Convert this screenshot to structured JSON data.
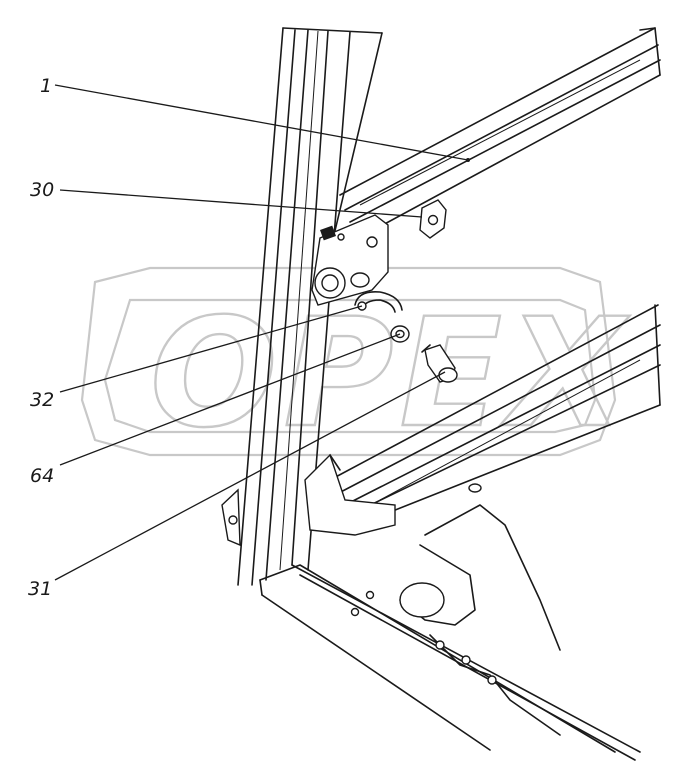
{
  "drawing": {
    "watermark_text": "OPEX",
    "callouts": [
      {
        "id": "callout-1",
        "label": "1"
      },
      {
        "id": "callout-30",
        "label": "30"
      },
      {
        "id": "callout-32",
        "label": "32"
      },
      {
        "id": "callout-64",
        "label": "64"
      },
      {
        "id": "callout-31",
        "label": "31"
      }
    ]
  }
}
